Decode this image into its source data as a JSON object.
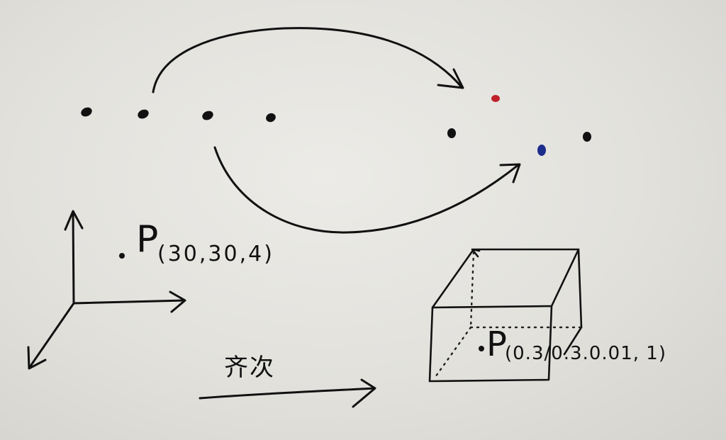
{
  "diagram": {
    "point_label_world": "P",
    "point_coords_world": "(30,30,4)",
    "point_label_ndc": "P",
    "point_coords_ndc": "(0.3/0.3.0.01, 1)",
    "transform_label": "齐次",
    "colors": {
      "ink": "#111111",
      "red_dot": "#c0202a",
      "blue_dot": "#1d2d8c",
      "paper": "#e6e5e1"
    }
  }
}
